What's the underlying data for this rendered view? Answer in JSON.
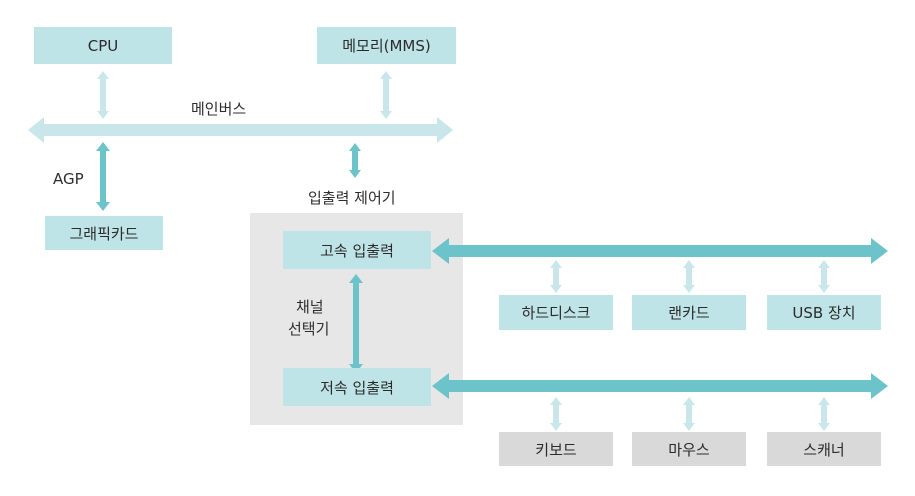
{
  "nodes": {
    "cpu": "CPU",
    "memory": "메모리(MMS)",
    "graphics": "그래픽카드",
    "high_io": "고속 입출력",
    "low_io": "저속 입출력",
    "hdd": "하드디스크",
    "lan": "랜카드",
    "usb": "USB 장치",
    "keyboard": "키보드",
    "mouse": "마우스",
    "scanner": "스캐너"
  },
  "labels": {
    "main_bus": "메인버스",
    "agp": "AGP",
    "io_controller": "입출력 제어기",
    "channel_line1": "채널",
    "channel_line2": "선택기"
  },
  "colors": {
    "light_arrow": "#c9e7ea",
    "dark_arrow": "#6cc3c9",
    "box_blue": "#bfe4e8",
    "box_gray": "#d9d9d9",
    "panel_gray": "#e7e7e7"
  }
}
